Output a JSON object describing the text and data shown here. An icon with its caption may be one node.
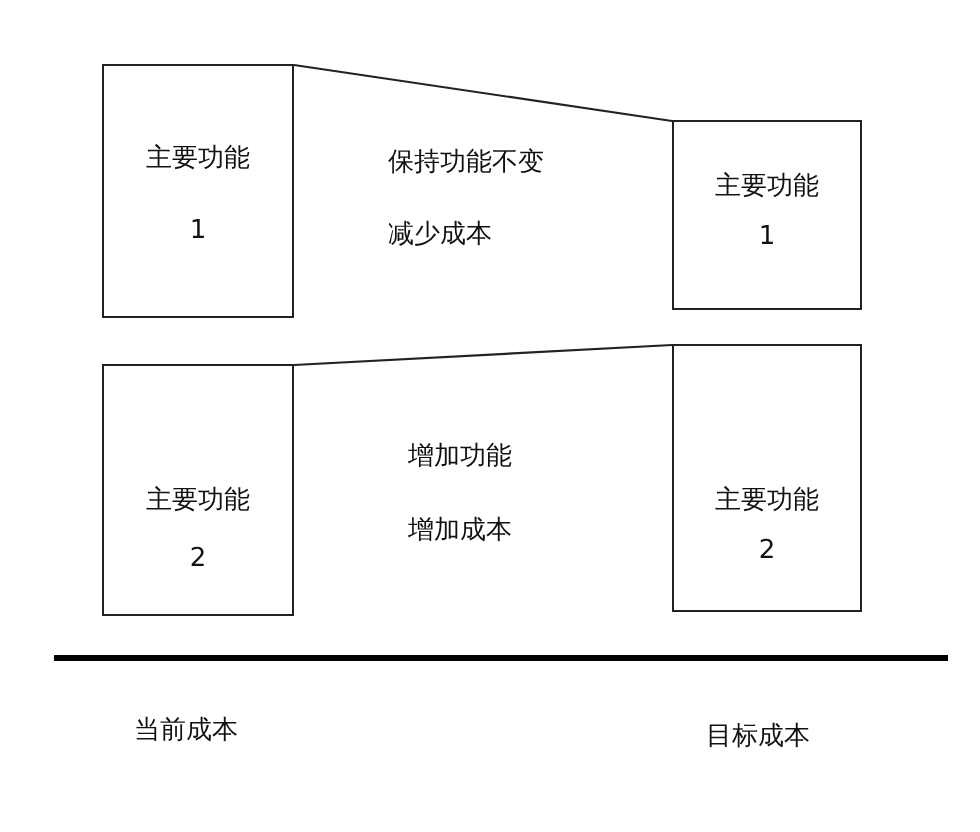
{
  "diagram": {
    "nodes": [
      {
        "text": [
          "主要功能",
          "1"
        ]
      },
      {
        "text": [
          "主要功能",
          "1"
        ]
      },
      {
        "text": [
          "主要功能",
          "2"
        ]
      },
      {
        "text": [
          "主要功能",
          "2"
        ]
      }
    ],
    "edges": [
      {
        "from": 0,
        "to": 1,
        "arrow": "none"
      },
      {
        "from": 2,
        "to": 3,
        "arrow": "none"
      }
    ],
    "labels": [
      "保持功能不变",
      "减少成本",
      "增加功能",
      "增加成本",
      "当前成本",
      "目标成本"
    ]
  }
}
